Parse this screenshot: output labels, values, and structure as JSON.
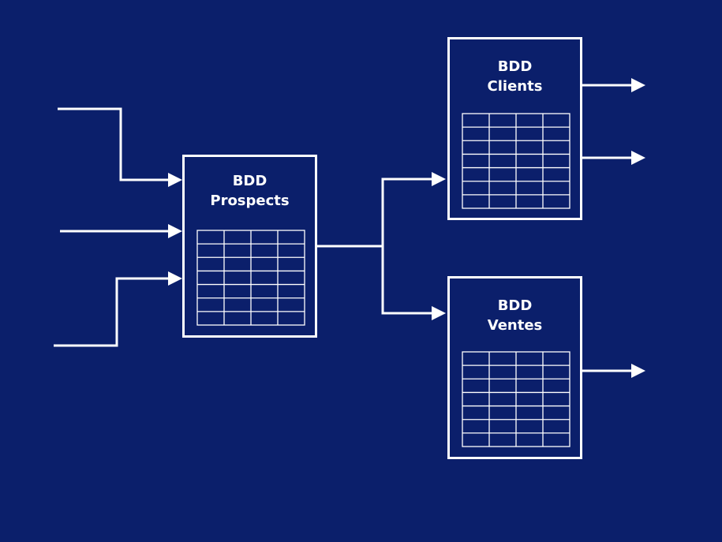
{
  "colors": {
    "background": "#0b1f6b",
    "stroke": "#ffffff"
  },
  "diagram": {
    "databases": [
      {
        "id": "prospects",
        "line1": "BDD",
        "line2": "Prospects",
        "grid_rows": 7,
        "grid_cols": 4
      },
      {
        "id": "clients",
        "line1": "BDD",
        "line2": "Clients",
        "grid_rows": 7,
        "grid_cols": 4
      },
      {
        "id": "ventes",
        "line1": "BDD",
        "line2": "Ventes",
        "grid_rows": 7,
        "grid_cols": 4
      }
    ],
    "flows": [
      {
        "from": "source-1",
        "to": "prospects"
      },
      {
        "from": "source-2",
        "to": "prospects"
      },
      {
        "from": "source-3",
        "to": "prospects"
      },
      {
        "from": "prospects",
        "to": "clients"
      },
      {
        "from": "prospects",
        "to": "ventes"
      },
      {
        "from": "clients",
        "to": "output-1"
      },
      {
        "from": "clients",
        "to": "output-2"
      },
      {
        "from": "ventes",
        "to": "output-3"
      }
    ]
  }
}
